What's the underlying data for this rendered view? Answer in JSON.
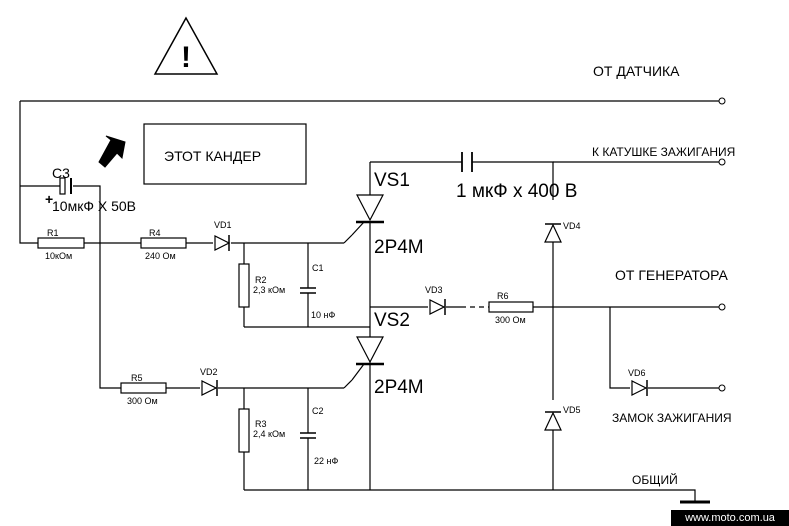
{
  "labels": {
    "from_sensor": "ОТ ДАТЧИКА",
    "to_coil": "К КАТУШКЕ ЗАЖИГАНИЯ",
    "from_generator": "ОТ ГЕНЕРАТОРА",
    "ignition_lock": "ЗАМОК ЗАЖИГАНИЯ",
    "common": "ОБЩИЙ",
    "this_cap": "ЭТОТ КАНДЕР",
    "warning_mark": "!"
  },
  "components": {
    "c3_name": "C3",
    "c3_plus": "+",
    "c3_value": "10мкФ X 50В",
    "r1_name": "R1",
    "r1_value": "10кОм",
    "r4_name": "R4",
    "r4_value": "240 Ом",
    "vd1_name": "VD1",
    "r2_name": "R2",
    "r2_value": "2,3 кОм",
    "c1_name": "C1",
    "c1_value": "10 нФ",
    "vs1_name": "VS1",
    "vs1_type": "2P4M",
    "vs2_name": "VS2",
    "vs2_type": "2P4M",
    "cmain_value": "1 мкФ x 400 В",
    "vd4_name": "VD4",
    "vd3_name": "VD3",
    "r6_name": "R6",
    "r6_value": "300 Ом",
    "r5_name": "R5",
    "r5_value": "300 Ом",
    "vd2_name": "VD2",
    "r3_name": "R3",
    "r3_value": "2,4 кОм",
    "c2_name": "C2",
    "c2_value": "22 нФ",
    "vd5_name": "VD5",
    "vd6_name": "VD6"
  },
  "watermark": "www.moto.com.ua"
}
